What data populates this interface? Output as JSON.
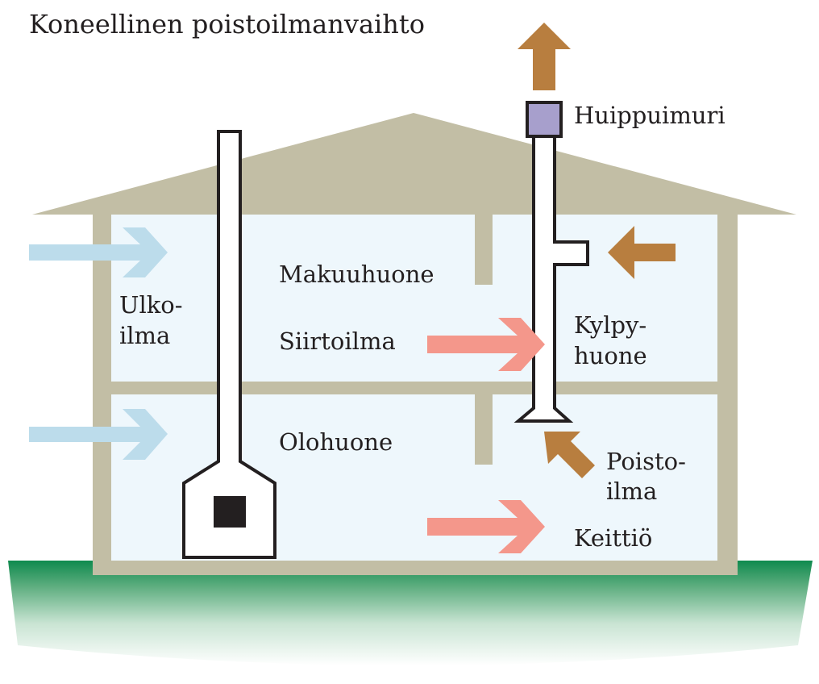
{
  "title": "Koneellinen poistoilmanvaihto",
  "labels": {
    "roof_fan": "Huippuimuri",
    "bedroom": "Makuuhuone",
    "outdoor_air_1": "Ulko-",
    "outdoor_air_2": "ilma",
    "transfer_air": "Siirtoilma",
    "bathroom_1": "Kylpy-",
    "bathroom_2": "huone",
    "living_room": "Olohuone",
    "exhaust_air_1": "Poisto-",
    "exhaust_air_2": "ilma",
    "kitchen": "Keittiö"
  },
  "colors": {
    "wall": "#c2bea5",
    "room_fill": "#eef7fc",
    "outdoor_arrow": "#bcdceb",
    "transfer_arrow": "#f4978b",
    "exhaust_arrow": "#b87e3f",
    "fan_box": "#a79fcc",
    "ground_top": "#0f8a4e",
    "ground_bottom": "#ffffff"
  }
}
